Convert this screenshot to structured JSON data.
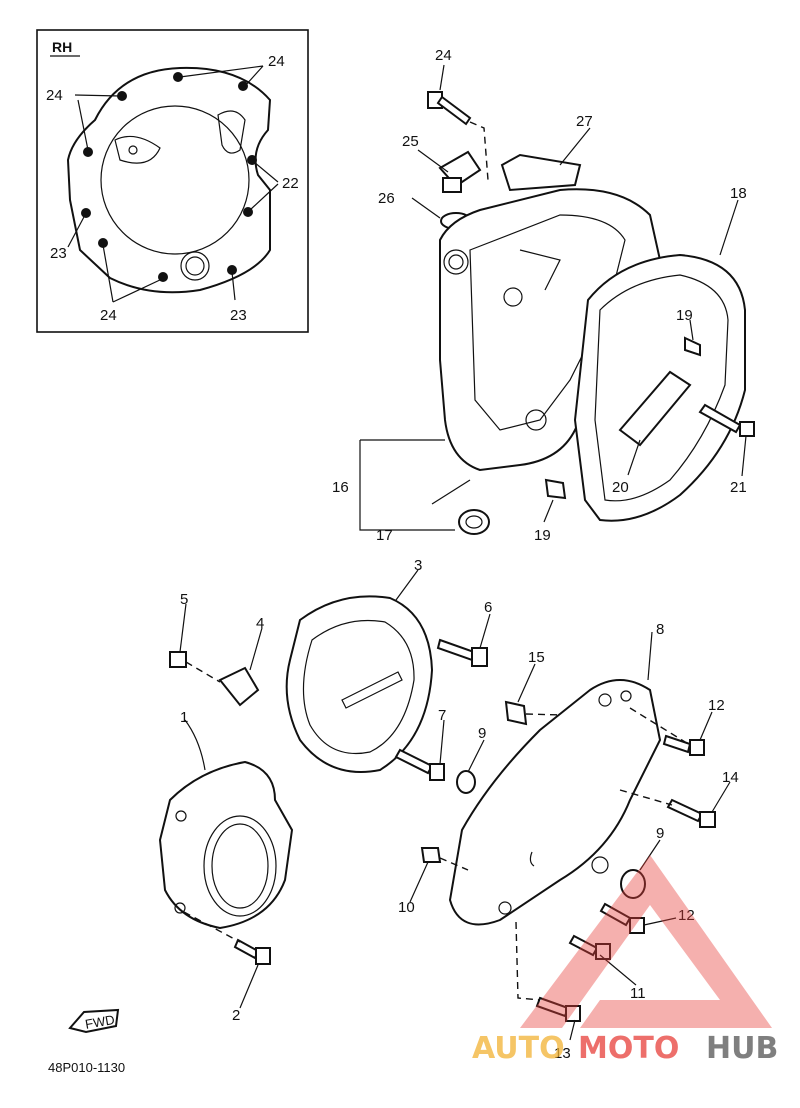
{
  "inset": {
    "label": "RH"
  },
  "callouts": {
    "c1": "1",
    "c2": "2",
    "c3": "3",
    "c4": "4",
    "c5": "5",
    "c6": "6",
    "c7": "7",
    "c8": "8",
    "c9a": "9",
    "c9b": "9",
    "c10": "10",
    "c11": "11",
    "c12a": "12",
    "c12b": "12",
    "c13": "13",
    "c14": "14",
    "c15": "15",
    "c16": "16",
    "c17": "17",
    "c18": "18",
    "c19a": "19",
    "c19b": "19",
    "c20": "20",
    "c21": "21",
    "c24": "24",
    "c25": "25",
    "c26": "26",
    "c27": "27",
    "i24a": "24",
    "i24b": "24",
    "i24c": "24",
    "i22": "22",
    "i23a": "23",
    "i23b": "23"
  },
  "diagram_code": "48P010-1130",
  "watermark": {
    "part1": "AUTO",
    "part2": "MOTO",
    "part3": "HUB"
  },
  "colors": {
    "watermark_red": "#e8403a",
    "watermark_orange": "#f2b233",
    "watermark_gray": "#555555"
  }
}
